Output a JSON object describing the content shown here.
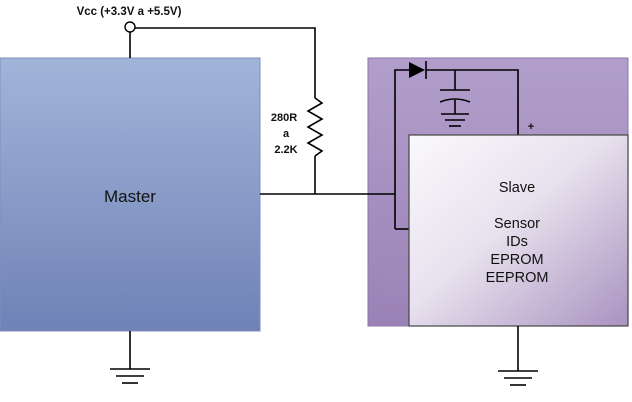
{
  "supply": {
    "label": "Vcc (+3.3V a +5.5V)"
  },
  "resistor": {
    "value_line1": "280R",
    "value_line2": "a",
    "value_line3": "2.2K"
  },
  "master": {
    "label": "Master"
  },
  "slave": {
    "title": "Slave",
    "functions": [
      "Sensor",
      "IDs",
      "EPROM",
      "EEPROM"
    ],
    "plus_label": "+"
  },
  "colors": {
    "master_fill_top": "#9fb0d6",
    "master_fill_bottom": "#7184b8",
    "module_fill": "#a58fc0",
    "slave_fill_light": "#f7f5f8",
    "slave_fill_dark": "#b39fc6"
  }
}
